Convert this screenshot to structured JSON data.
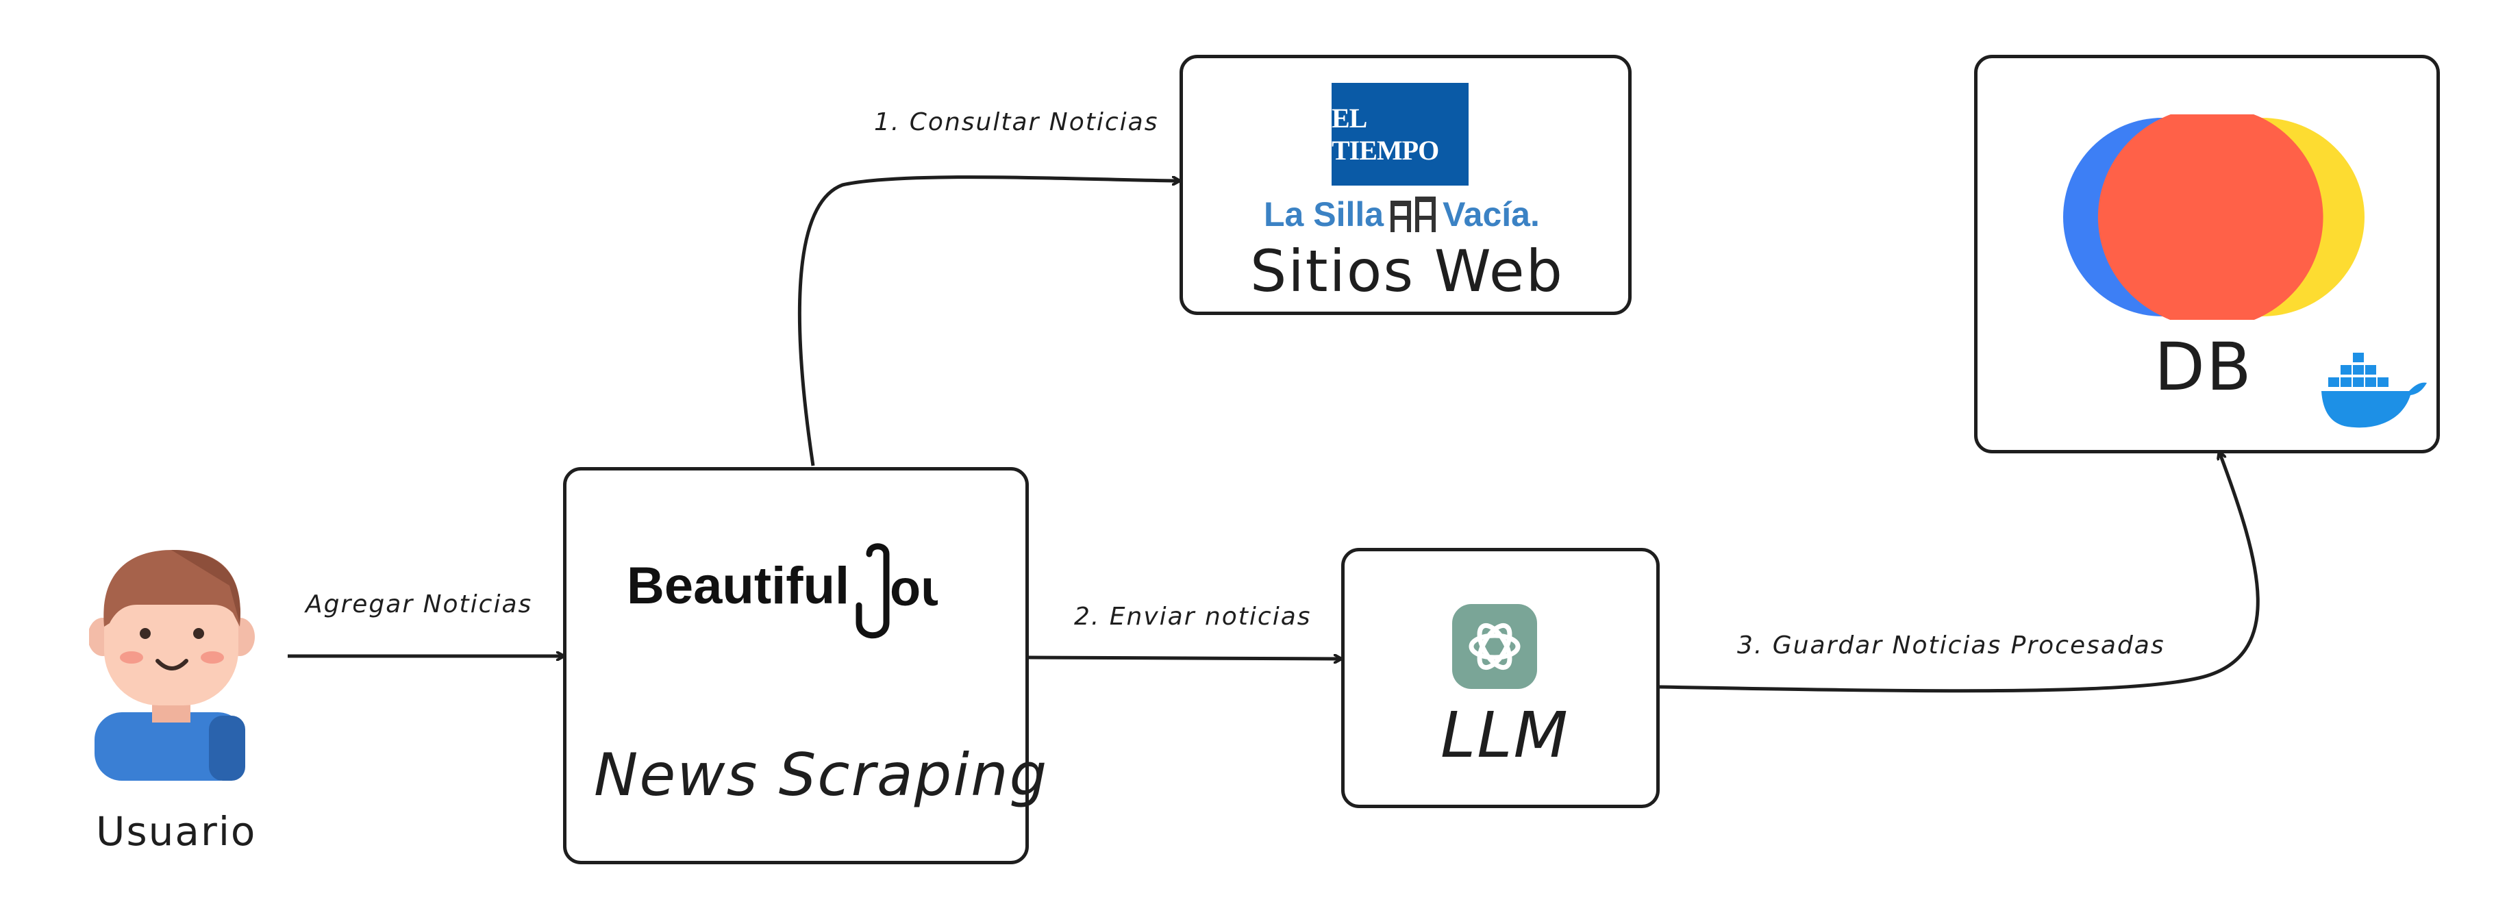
{
  "actor": {
    "label": "Usuario",
    "icon": "user-avatar-icon"
  },
  "nodes": {
    "news_scraping": {
      "label": "News Scraping",
      "logo_text": "Beautiful",
      "logo_icon": "beautifulsoup-ladle-icon"
    },
    "sitios_web": {
      "label": "Sitios Web",
      "logo1_text": "EL TIEMPO",
      "logo2_text_a": "La Silla",
      "logo2_text_b": "Vacía.",
      "logo2_icon": "chairs-icon"
    },
    "llm": {
      "label": "LLM",
      "icon": "openai-logo-icon"
    },
    "db": {
      "label": "DB",
      "icon": "venn-db-logo-icon",
      "badge_icon": "docker-whale-icon"
    }
  },
  "edges": {
    "agregar": "Agregar Noticias",
    "consultar": "1. Consultar Noticias",
    "enviar": "2. Enviar noticias",
    "guardar": "3. Guardar Noticias Procesadas"
  },
  "colors": {
    "stroke": "#1e1e1e",
    "el_tiempo_blue": "#0a5aa6",
    "lasilla_blue": "#3b82c4",
    "venn_blue": "#3d7ff5",
    "venn_red": "#ff6148",
    "venn_yellow": "#fddc31",
    "openai_green": "#7aa597",
    "docker_blue": "#1d90e6"
  }
}
